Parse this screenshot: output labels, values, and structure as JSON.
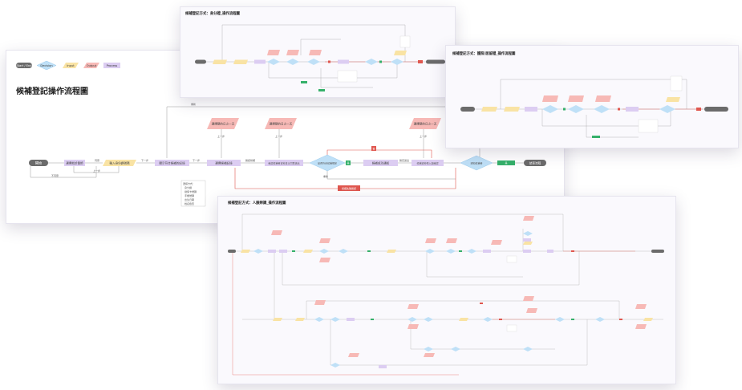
{
  "main": {
    "title": "候補登記操作流程圖",
    "legend": {
      "start_end": "Start / End",
      "decision": "Decision",
      "input": "Input",
      "output": "Output",
      "process": "Process"
    },
    "nodes": {
      "start": "開始",
      "select_doctor": "選擇就診醫師",
      "input_id": "輸入身份證號碼",
      "show_records": "顯示符合候補的記錄",
      "select_record": "選擇候補記錄",
      "confirm_info": "確認候補者資料並以同意送出",
      "decision": "是否符合候補規定",
      "success": "候補成功通知",
      "review": "候補資料輸入與確認",
      "notify": "通知候補者",
      "end": "結束流程",
      "out1": "選擇預約日之一天",
      "out2": "選擇預約日之一天",
      "out3": "選擇預約日之一天",
      "exit": "退出",
      "cancel": "取消",
      "red_badge": "否",
      "green_badge": "是",
      "fail": "候補失敗確認",
      "note_title": "選擇方式：",
      "note_items": [
        "身分證",
        "健保卡號碼",
        "手機號碼",
        "出生日期",
        "姓名檢查"
      ]
    },
    "edge_labels": {
      "e1": "同意",
      "e2": "下一步",
      "e3": "下一步",
      "e4": "確認候補",
      "e5": "不同意",
      "e6": "上一步",
      "e7": "上一步",
      "e8": "上一步",
      "e9": "上一步",
      "e10": "確定送出",
      "e11": "重新",
      "e12": "是",
      "top": "重新"
    }
  },
  "card_top": {
    "title": "候補登記方式：身分證_操作流程圖"
  },
  "card_right": {
    "title": "候補登記方式：護照/居留證_操作流程圖"
  },
  "card_bottom": {
    "title": "候補登記方式：人臉辨識_操作流程圖"
  },
  "colors": {
    "start_end": "#6b6b6b",
    "decision": "#bfe0f7",
    "input": "#f9e3a4",
    "output": "#f7b9b6",
    "process": "#dccdf2",
    "green": "#35b06a",
    "red": "#e0574f"
  }
}
